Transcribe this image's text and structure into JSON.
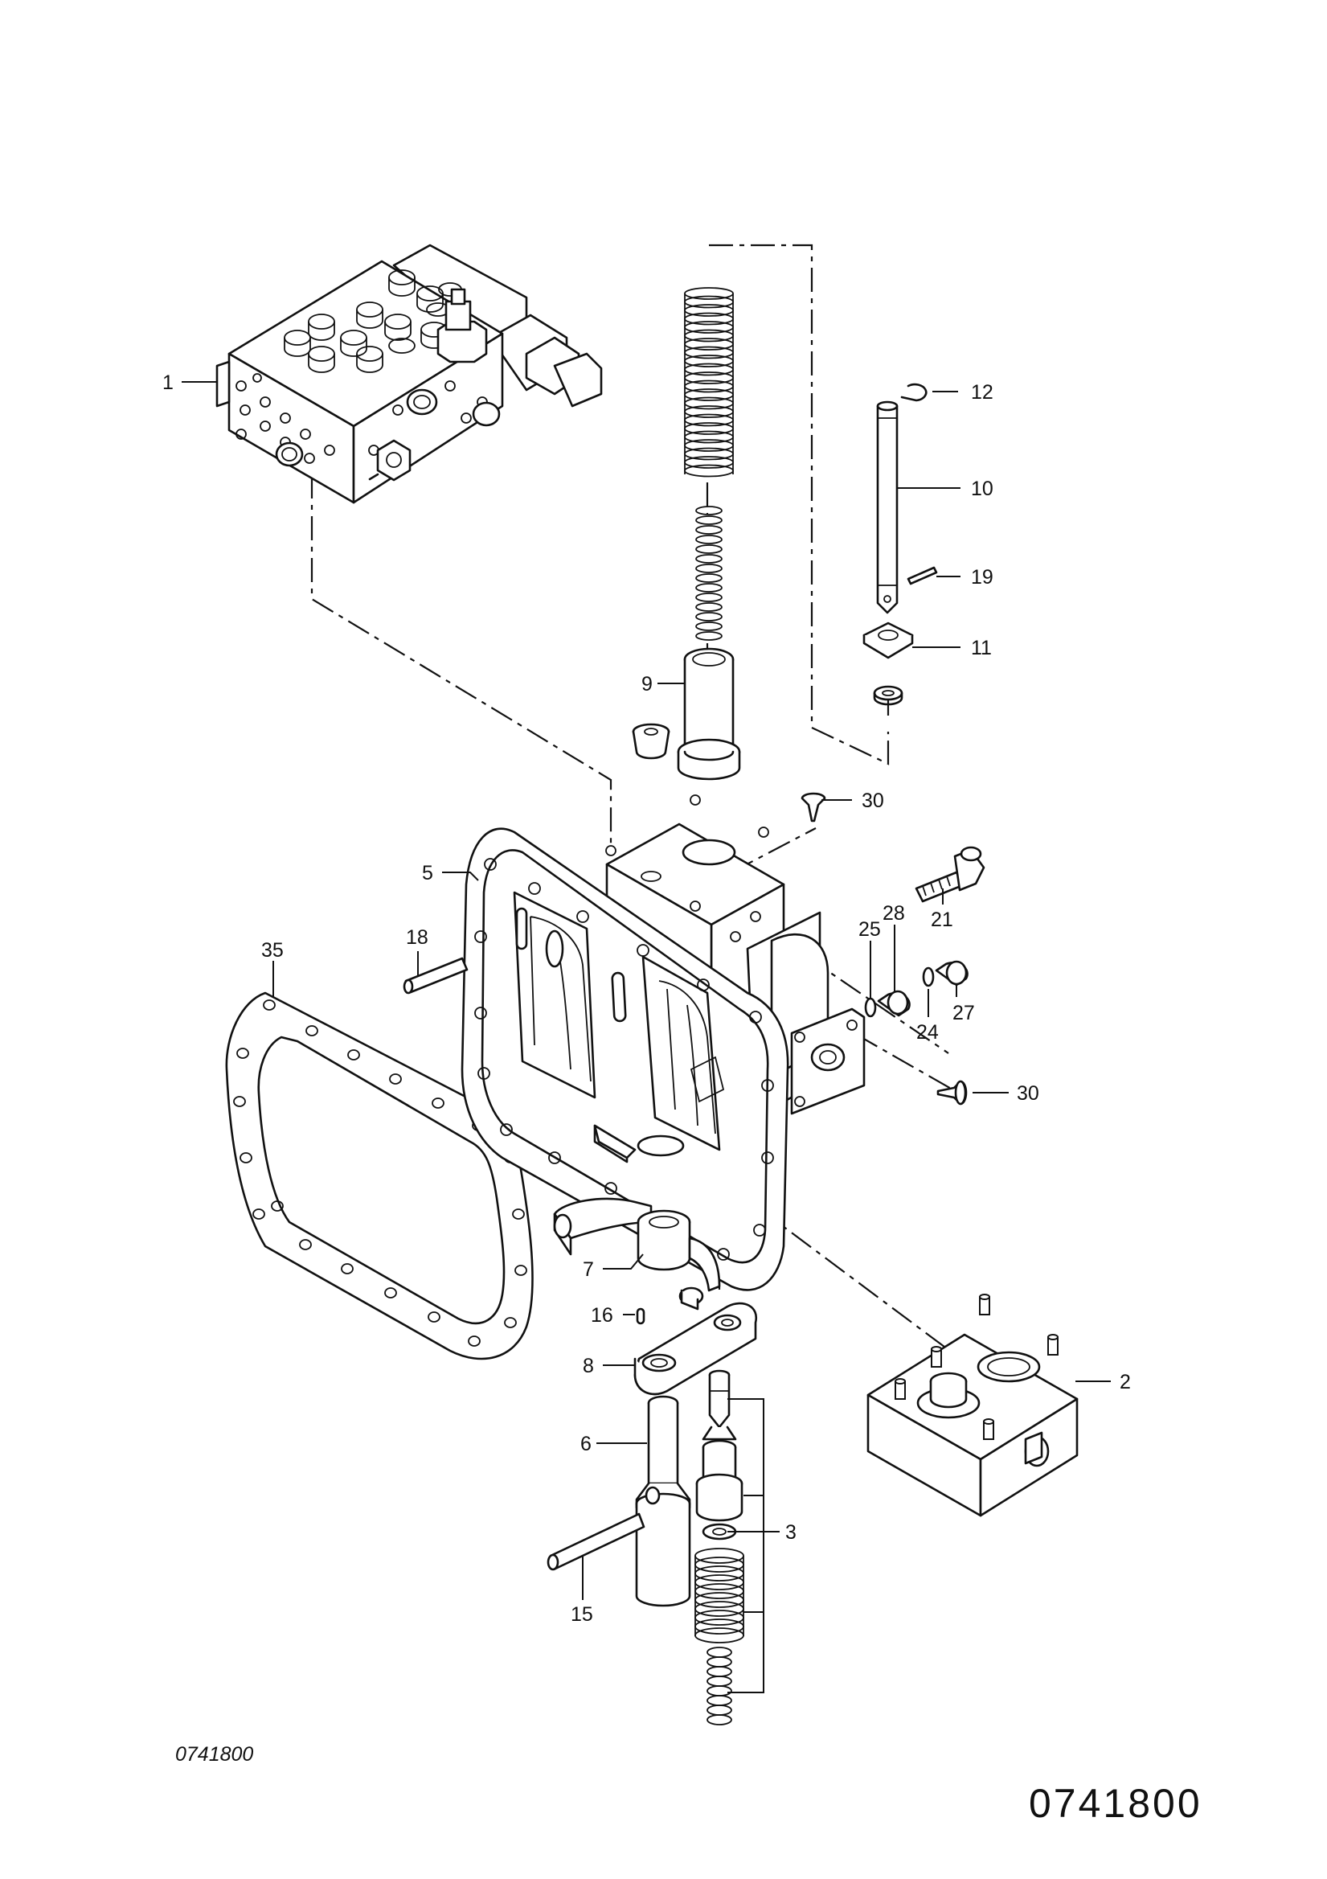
{
  "diagram": {
    "ref_code_small": "0741800",
    "ref_code_large": "0741800",
    "callouts": [
      {
        "id": "1",
        "label": "1"
      },
      {
        "id": "2",
        "label": "2"
      },
      {
        "id": "3",
        "label": "3"
      },
      {
        "id": "5",
        "label": "5"
      },
      {
        "id": "6",
        "label": "6"
      },
      {
        "id": "7",
        "label": "7"
      },
      {
        "id": "8",
        "label": "8"
      },
      {
        "id": "9",
        "label": "9"
      },
      {
        "id": "10",
        "label": "10"
      },
      {
        "id": "11",
        "label": "11"
      },
      {
        "id": "12",
        "label": "12"
      },
      {
        "id": "15",
        "label": "15"
      },
      {
        "id": "16",
        "label": "16"
      },
      {
        "id": "18",
        "label": "18"
      },
      {
        "id": "19",
        "label": "19"
      },
      {
        "id": "21",
        "label": "21"
      },
      {
        "id": "24",
        "label": "24"
      },
      {
        "id": "25",
        "label": "25"
      },
      {
        "id": "27",
        "label": "27"
      },
      {
        "id": "28",
        "label": "28"
      },
      {
        "id": "30a",
        "label": "30"
      },
      {
        "id": "30b",
        "label": "30"
      },
      {
        "id": "35",
        "label": "35"
      }
    ]
  }
}
